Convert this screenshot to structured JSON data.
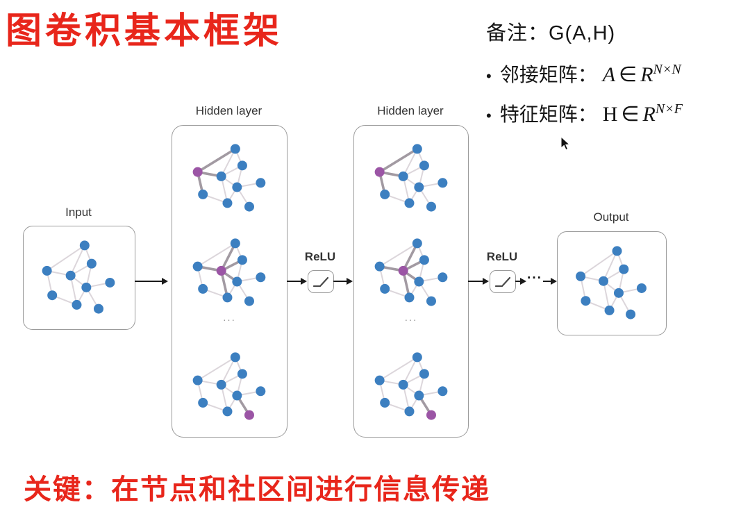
{
  "title": "图卷积基本框架",
  "notes": {
    "heading": "备注：G(A,H)",
    "bullets": [
      {
        "bullet": "•",
        "label": "邻接矩阵：",
        "var": "A",
        "elem": "∈",
        "set": "R",
        "sup": "N×N"
      },
      {
        "bullet": "•",
        "label": "特征矩阵：",
        "var": "H",
        "elem": "∈",
        "set": "R",
        "sup": "N×F"
      }
    ]
  },
  "flow": {
    "input_label": "Input",
    "hidden1_label": "Hidden layer",
    "hidden2_label": "Hidden layer",
    "output_label": "Output",
    "relu1_label": "ReLU",
    "relu2_label": "ReLU",
    "hidden_ellipsis": "...",
    "flow_ellipsis": "···"
  },
  "footer": "关键：在节点和社区间进行信息传递",
  "colors": {
    "accent_red": "#e8261b",
    "node_blue": "#3c7fc0",
    "node_purple": "#9b55a5",
    "edge_light": "#dcd6db",
    "edge_bold": "#a29aa2",
    "box_border": "#9a9a9a",
    "arrow": "#1a1a1a"
  },
  "graph": {
    "description": "Graph with 9 nodes; repeated in every layer box. Hidden-layer copies highlight one node (purple) and its aggregation edges (bold).",
    "nodes": [
      [
        0.57,
        0.1
      ],
      [
        0.65,
        0.33
      ],
      [
        0.14,
        0.42
      ],
      [
        0.41,
        0.48
      ],
      [
        0.59,
        0.63
      ],
      [
        0.86,
        0.57
      ],
      [
        0.2,
        0.73
      ],
      [
        0.48,
        0.85
      ],
      [
        0.73,
        0.9
      ]
    ],
    "edges": [
      [
        0,
        1
      ],
      [
        0,
        2
      ],
      [
        0,
        3
      ],
      [
        1,
        3
      ],
      [
        1,
        4
      ],
      [
        2,
        3
      ],
      [
        2,
        6
      ],
      [
        3,
        4
      ],
      [
        3,
        7
      ],
      [
        4,
        5
      ],
      [
        4,
        7
      ],
      [
        4,
        8
      ],
      [
        6,
        7
      ]
    ],
    "instances": {
      "input": {
        "highlight_node": null,
        "bold_edges": []
      },
      "hidden_top": {
        "highlight_node": 2,
        "bold_edges": [
          [
            2,
            0
          ],
          [
            2,
            3
          ],
          [
            2,
            6
          ]
        ]
      },
      "hidden_mid": {
        "highlight_node": 3,
        "bold_edges": [
          [
            3,
            0
          ],
          [
            3,
            1
          ],
          [
            3,
            2
          ],
          [
            3,
            4
          ],
          [
            3,
            7
          ]
        ]
      },
      "hidden_bottom": {
        "highlight_node": 8,
        "bold_edges": [
          [
            8,
            4
          ]
        ]
      },
      "output": {
        "highlight_node": null,
        "bold_edges": []
      }
    }
  }
}
